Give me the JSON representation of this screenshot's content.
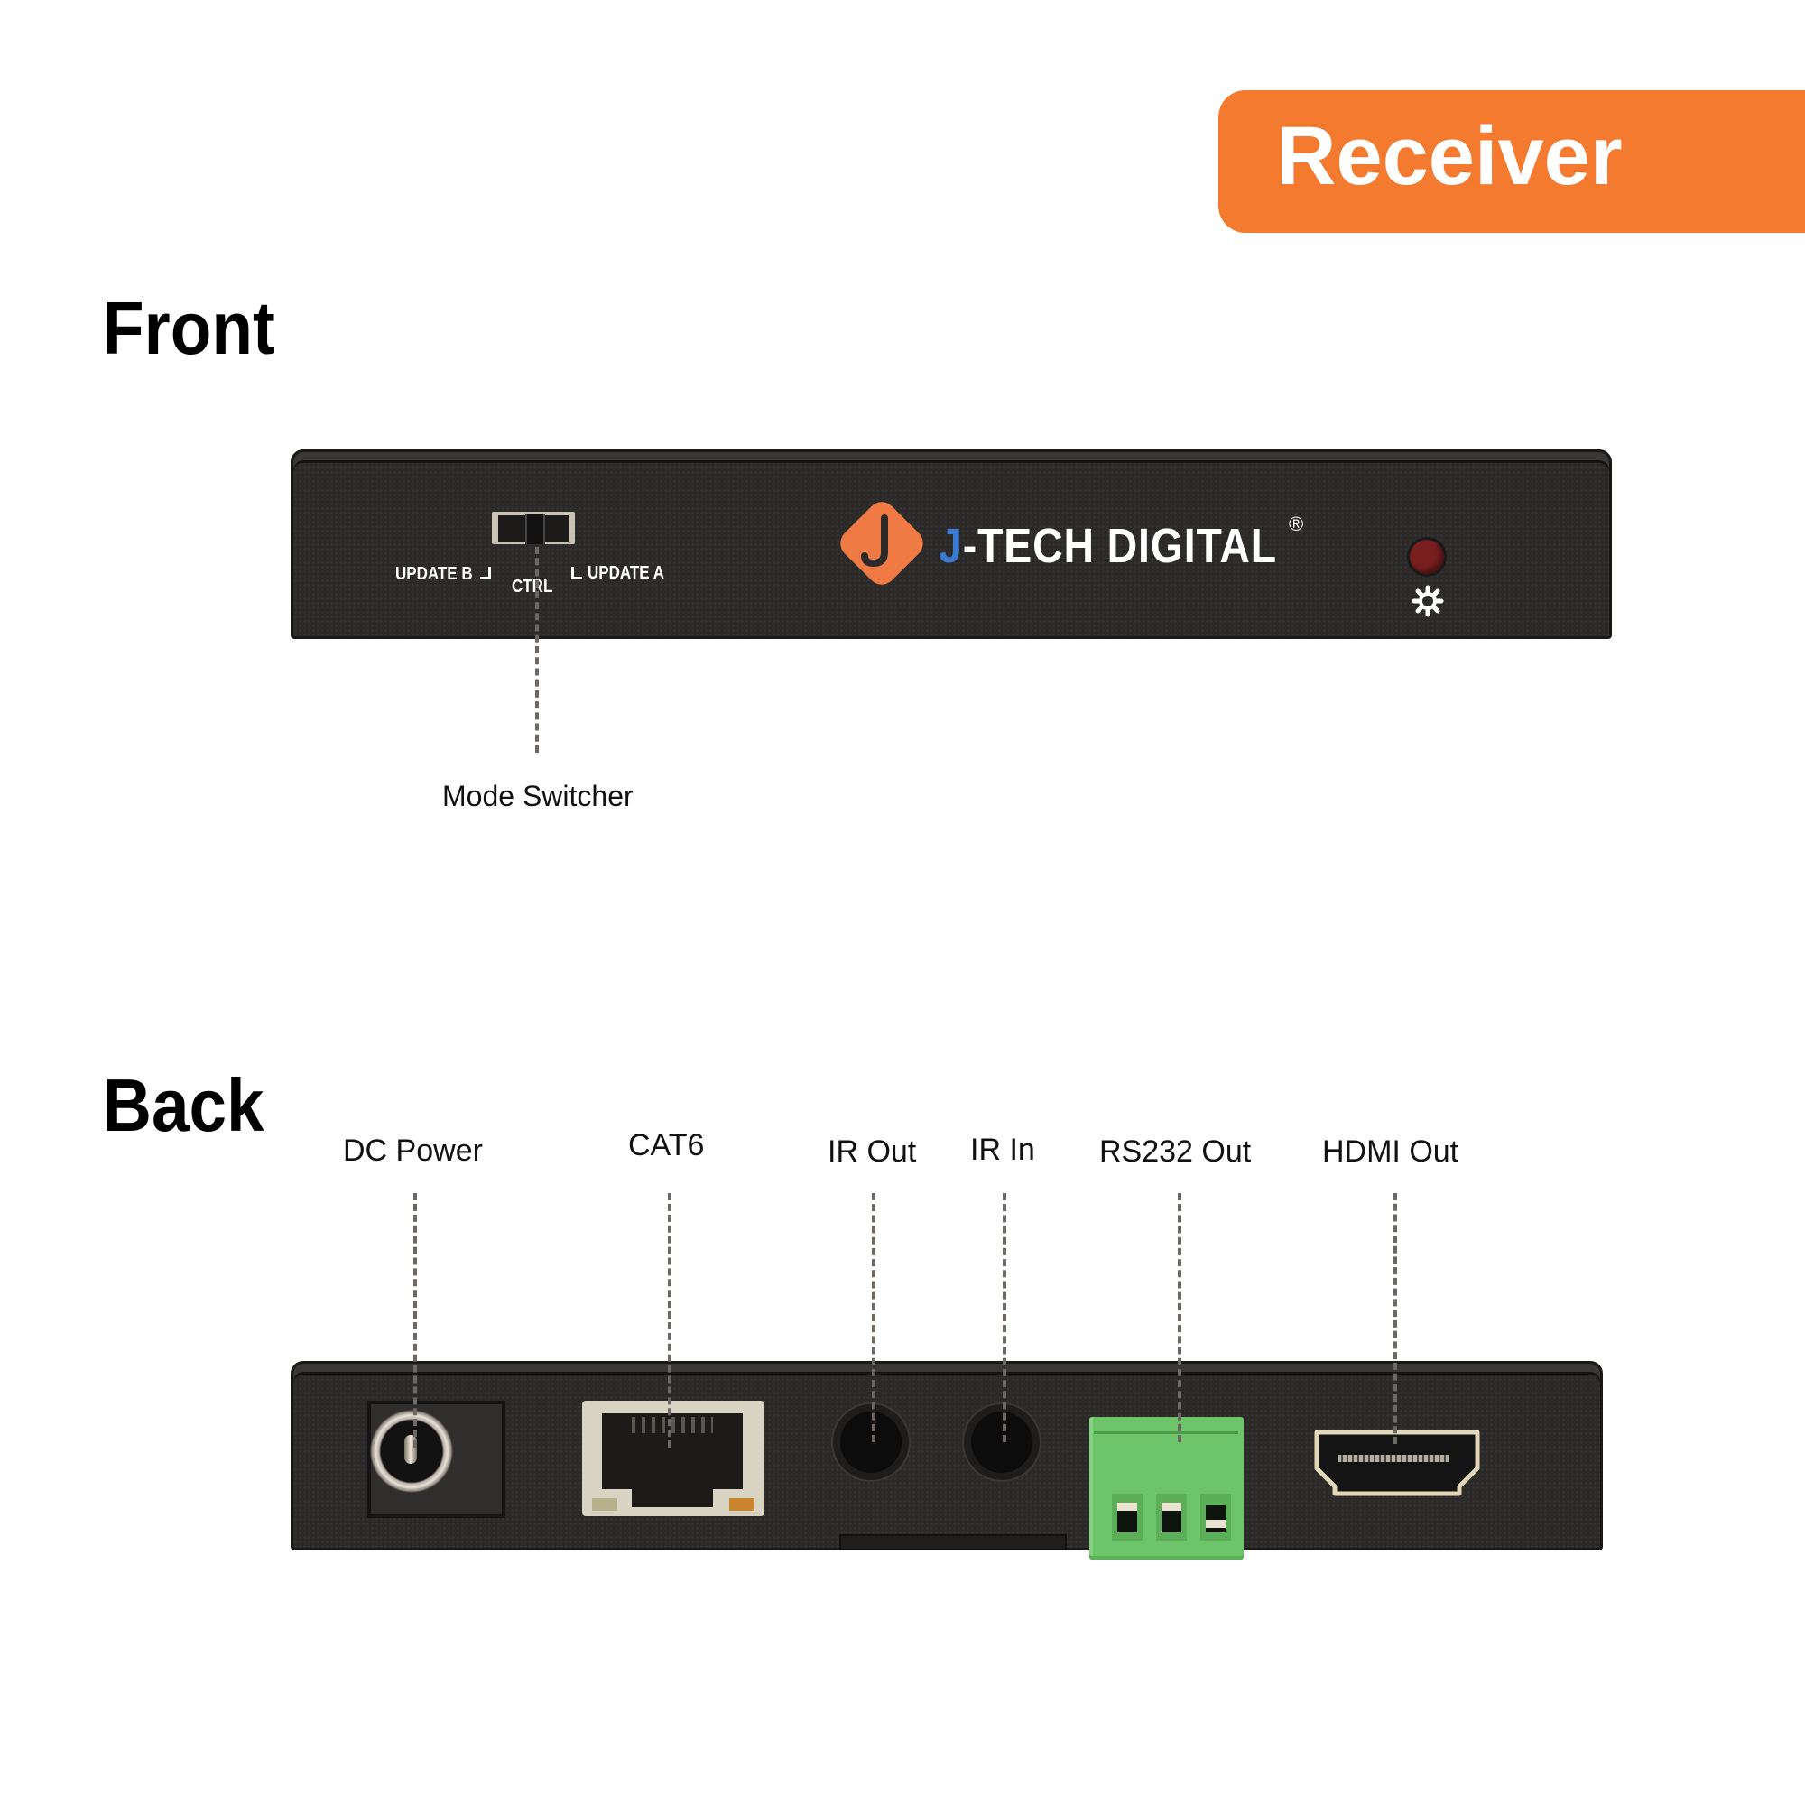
{
  "badge": {
    "label": "Receiver",
    "color": "#f47a2f"
  },
  "front": {
    "title": "Front",
    "panel": {
      "switch_labels": {
        "left": "UPDATE B",
        "center": "CTRL",
        "right": "UPDATE A"
      },
      "brand": {
        "mark": "J",
        "name": "-TECH DIGITAL",
        "registered": "®",
        "accent_orange": "#ef7a44",
        "accent_blue": "#3c79d0"
      },
      "indicator": {
        "led_color": "#7a1f20",
        "icon": "gear-icon"
      }
    },
    "callouts": [
      {
        "label": "Mode Switcher"
      }
    ]
  },
  "back": {
    "title": "Back",
    "callouts": [
      {
        "label": "DC Power"
      },
      {
        "label": "CAT6"
      },
      {
        "label": "IR Out"
      },
      {
        "label": "IR In"
      },
      {
        "label": "RS232 Out"
      },
      {
        "label": "HDMI Out"
      }
    ],
    "terminal_color": "#6dc46a"
  }
}
